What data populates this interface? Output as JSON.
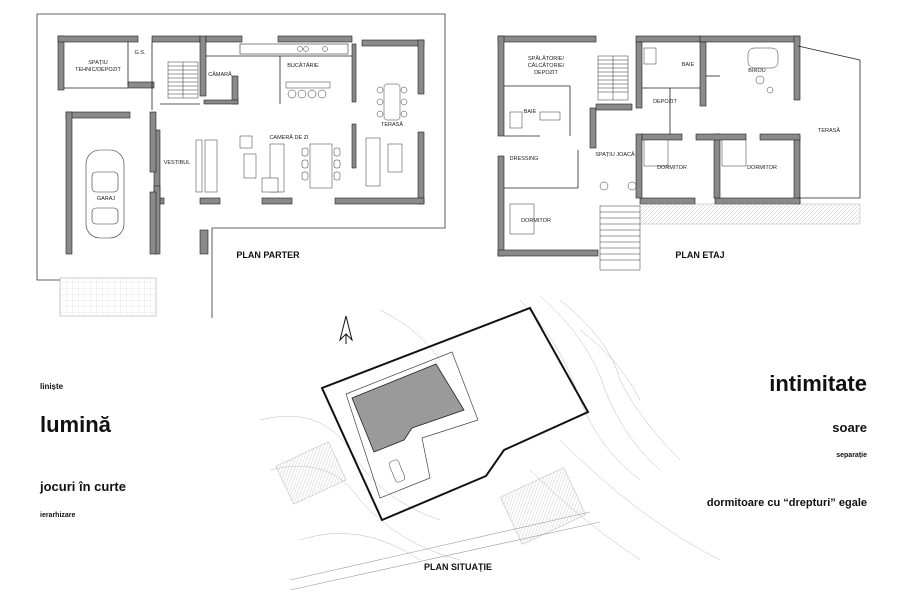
{
  "plans": {
    "ground": {
      "title": "PLAN PARTER",
      "rooms": {
        "technical": [
          "SPAȚIU",
          "TEHNIC/DEPOZIT"
        ],
        "gs": "G.S.",
        "pantry": "CĂMARĂ",
        "kitchen": "BUCĂTĂRIE",
        "living": "CAMERĂ DE ZI",
        "terrace": "TERASĂ",
        "vestibule": "VESTIBUL",
        "garage": "GARAJ"
      }
    },
    "upper": {
      "title": "PLAN ETAJ",
      "rooms": {
        "laundry": [
          "SPĂLĂTORIE/",
          "CĂLCĂTORIE/",
          "DEPOZIT"
        ],
        "bath1": "BAIE",
        "bath2": "BAIE",
        "office": "BIROU",
        "storage": "DEPOZIT",
        "dressing": "DRESSING",
        "play": "SPAȚIU JOACĂ",
        "bedroom1": "DORMITOR",
        "bedroom2": "DORMITOR",
        "bedroom3": "DORMITOR",
        "terrace": "TERASĂ"
      }
    },
    "site": {
      "title": "PLAN SITUAȚIE",
      "north": "N"
    }
  },
  "concepts": {
    "liniste": "liniște",
    "lumina": "lumină",
    "jocuri": "jocuri în curte",
    "ierarhizare": "ierarhizare",
    "intimitate": "intimitate",
    "soare": "soare",
    "separatie": "separație",
    "dormitoare": "dormitoare cu “drepturi” egale"
  },
  "colors": {
    "wall": "#8a8a8a",
    "building_site": "#9a9a9a",
    "line": "#222222"
  }
}
